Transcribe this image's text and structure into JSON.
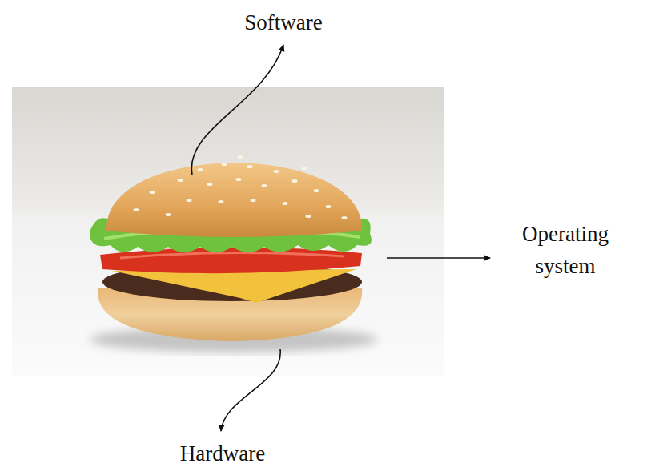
{
  "diagram": {
    "labels": [
      "Software",
      "Operating system",
      "Hardware"
    ]
  }
}
